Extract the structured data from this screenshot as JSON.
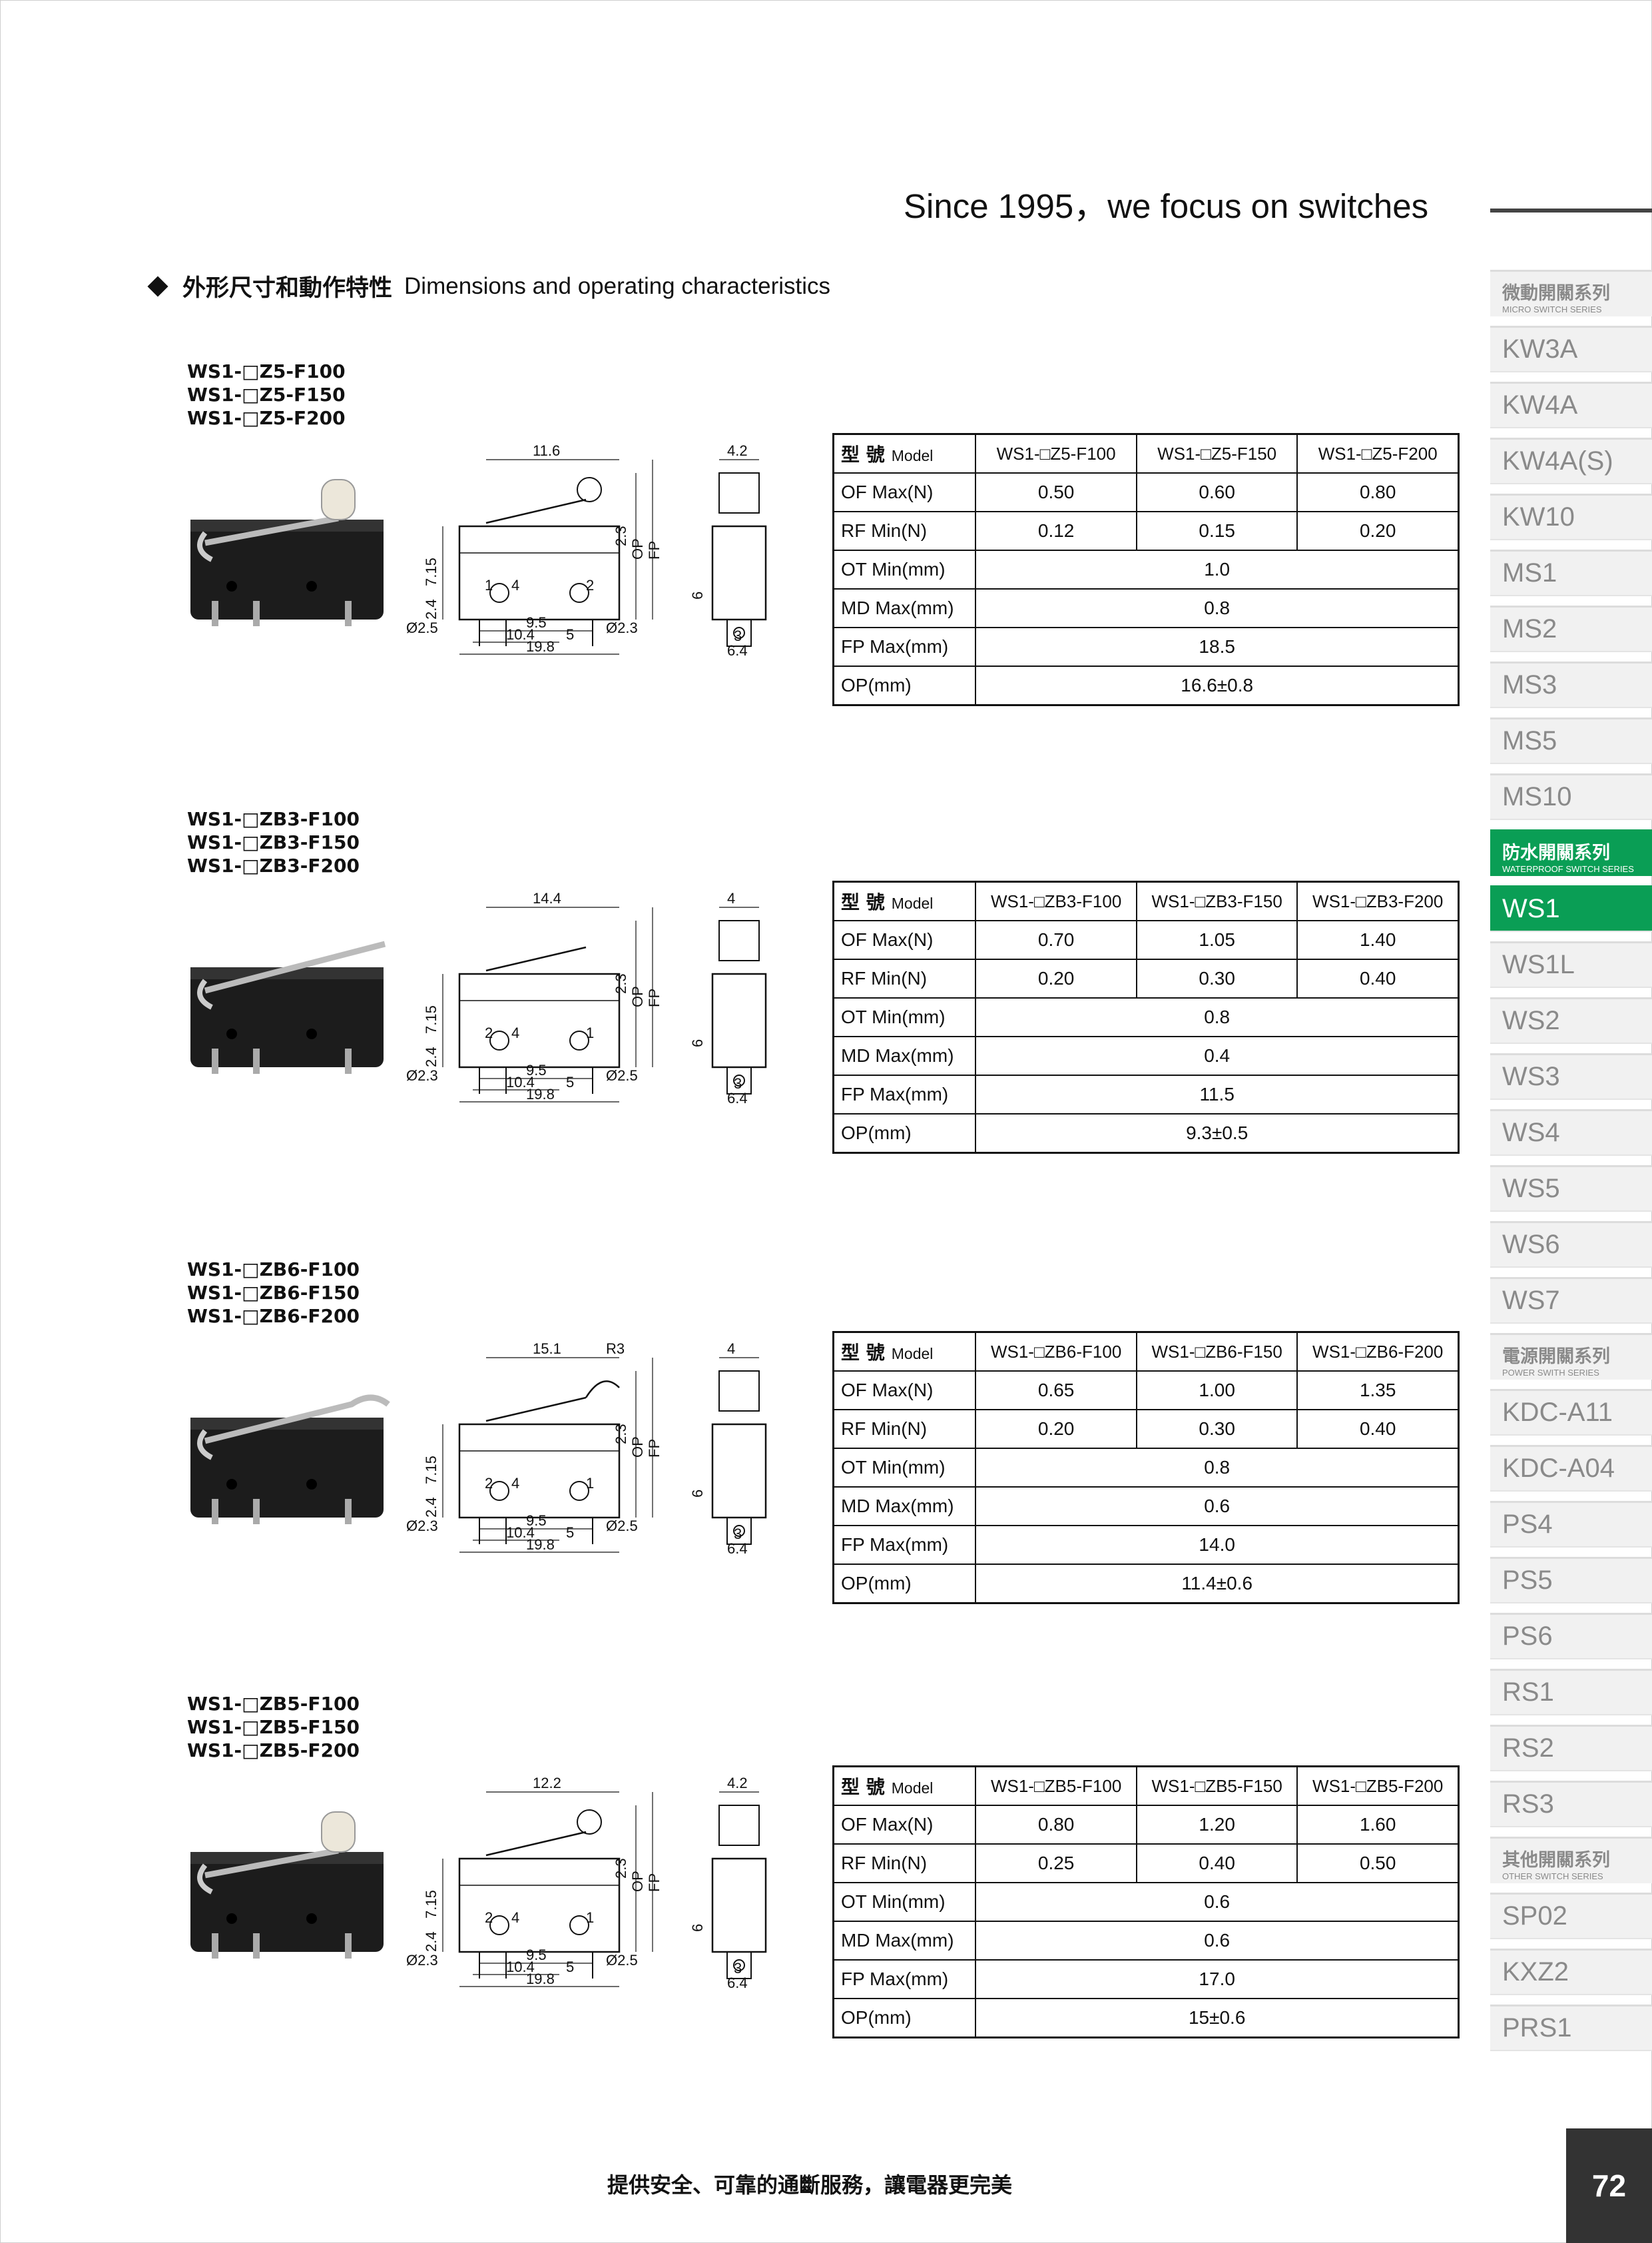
{
  "header": {
    "slogan": "Since 1995，we focus on switches"
  },
  "section": {
    "title_cn": "外形尺寸和動作特性",
    "title_en": "Dimensions and operating characteristics"
  },
  "table_header": {
    "model_cn": "型 號",
    "model_en": "Model"
  },
  "row_labels": [
    "OF Max(N)",
    "RF Min(N)",
    "OT Min(mm)",
    "MD Max(mm)",
    "FP Max(mm)",
    "OP(mm)"
  ],
  "blocks": [
    {
      "models": [
        "WS1-□Z5-F100",
        "WS1-□Z5-F150",
        "WS1-□Z5-F200"
      ],
      "columns": [
        "WS1-□Z5-F100",
        "WS1-□Z5-F150",
        "WS1-□Z5-F200"
      ],
      "of": [
        "0.50",
        "0.60",
        "0.80"
      ],
      "rf": [
        "0.12",
        "0.15",
        "0.20"
      ],
      "ot": "1.0",
      "md": "0.8",
      "fp": "18.5",
      "op": "16.6±0.8",
      "dims": {
        "len": "11.6",
        "w": "4.2",
        "h1": "2.3",
        "h2": "7.15",
        "h3": "2.4",
        "d1": "Ø2.5",
        "d2": "Ø2.3",
        "p1": "9.5",
        "p2": "10.4",
        "p3": "5",
        "p4": "19.8",
        "s1": "6",
        "s2": "3",
        "s3": "6.4",
        "op": "OP",
        "fp": "FP",
        "t1": "1",
        "t2": "4",
        "t3": "2"
      }
    },
    {
      "models": [
        "WS1-□ZB3-F100",
        "WS1-□ZB3-F150",
        "WS1-□ZB3-F200"
      ],
      "columns": [
        "WS1-□ZB3-F100",
        "WS1-□ZB3-F150",
        "WS1-□ZB3-F200"
      ],
      "of": [
        "0.70",
        "1.05",
        "1.40"
      ],
      "rf": [
        "0.20",
        "0.30",
        "0.40"
      ],
      "ot": "0.8",
      "md": "0.4",
      "fp": "11.5",
      "op": "9.3±0.5",
      "dims": {
        "len": "14.4",
        "w": "4",
        "h1": "2.3",
        "h2": "7.15",
        "h3": "2.4",
        "d1": "Ø2.3",
        "d2": "Ø2.5",
        "p1": "9.5",
        "p2": "10.4",
        "p3": "5",
        "p4": "19.8",
        "s1": "6",
        "s2": "3",
        "s3": "6.4",
        "op": "OP",
        "fp": "FP",
        "t1": "2",
        "t2": "4",
        "t3": "1"
      }
    },
    {
      "models": [
        "WS1-□ZB6-F100",
        "WS1-□ZB6-F150",
        "WS1-□ZB6-F200"
      ],
      "columns": [
        "WS1-□ZB6-F100",
        "WS1-□ZB6-F150",
        "WS1-□ZB6-F200"
      ],
      "of": [
        "0.65",
        "1.00",
        "1.35"
      ],
      "rf": [
        "0.20",
        "0.30",
        "0.40"
      ],
      "ot": "0.8",
      "md": "0.6",
      "fp": "14.0",
      "op": "11.4±0.6",
      "dims": {
        "len": "15.1",
        "r": "R3",
        "w": "4",
        "h1": "2.3",
        "h2": "7.15",
        "h3": "2.4",
        "d1": "Ø2.3",
        "d2": "Ø2.5",
        "p1": "9.5",
        "p2": "10.4",
        "p3": "5",
        "p4": "19.8",
        "s1": "6",
        "s2": "3",
        "s3": "6.4",
        "op": "OP",
        "fp": "FP",
        "t1": "2",
        "t2": "4",
        "t3": "1"
      }
    },
    {
      "models": [
        "WS1-□ZB5-F100",
        "WS1-□ZB5-F150",
        "WS1-□ZB5-F200"
      ],
      "columns": [
        "WS1-□ZB5-F100",
        "WS1-□ZB5-F150",
        "WS1-□ZB5-F200"
      ],
      "of": [
        "0.80",
        "1.20",
        "1.60"
      ],
      "rf": [
        "0.25",
        "0.40",
        "0.50"
      ],
      "ot": "0.6",
      "md": "0.6",
      "fp": "17.0",
      "op": "15±0.6",
      "dims": {
        "len": "12.2",
        "w": "4.2",
        "h1": "2.3",
        "h2": "7.15",
        "h3": "2.4",
        "d1": "Ø2.3",
        "d2": "Ø2.5",
        "p1": "9.5",
        "p2": "10.4",
        "p3": "5",
        "p4": "19.8",
        "s1": "6",
        "s2": "3",
        "s3": "6.4",
        "op": "OP",
        "fp": "FP",
        "t1": "2",
        "t2": "4",
        "t3": "1"
      }
    }
  ],
  "sidebar": {
    "groups": [
      {
        "cn": "微動開關系列",
        "en": "MICRO SWITCH SERIES",
        "items": [
          "KW3A",
          "KW4A",
          "KW4A(S)",
          "KW10",
          "MS1",
          "MS2",
          "MS3",
          "MS5",
          "MS10"
        ]
      },
      {
        "cn": "防水開關系列",
        "en": "WATERPROOF SWITCH SERIES",
        "items": [
          "WS1",
          "WS1L",
          "WS2",
          "WS3",
          "WS4",
          "WS5",
          "WS6",
          "WS7"
        ]
      },
      {
        "cn": "電源開關系列",
        "en": "POWER SWITH SERIES",
        "items": [
          "KDC-A11",
          "KDC-A04",
          "PS4",
          "PS5",
          "PS6",
          "RS1",
          "RS2",
          "RS3"
        ]
      },
      {
        "cn": "其他開關系列",
        "en": "OTHER SWITCH SERIES",
        "items": [
          "SP02",
          "KXZ2",
          "PRS1"
        ]
      }
    ],
    "active": "WS1",
    "active_group": "防水開關系列"
  },
  "footer": {
    "text": "提供安全、可靠的通斷服務，讓電器更完美",
    "page_number": "72"
  }
}
